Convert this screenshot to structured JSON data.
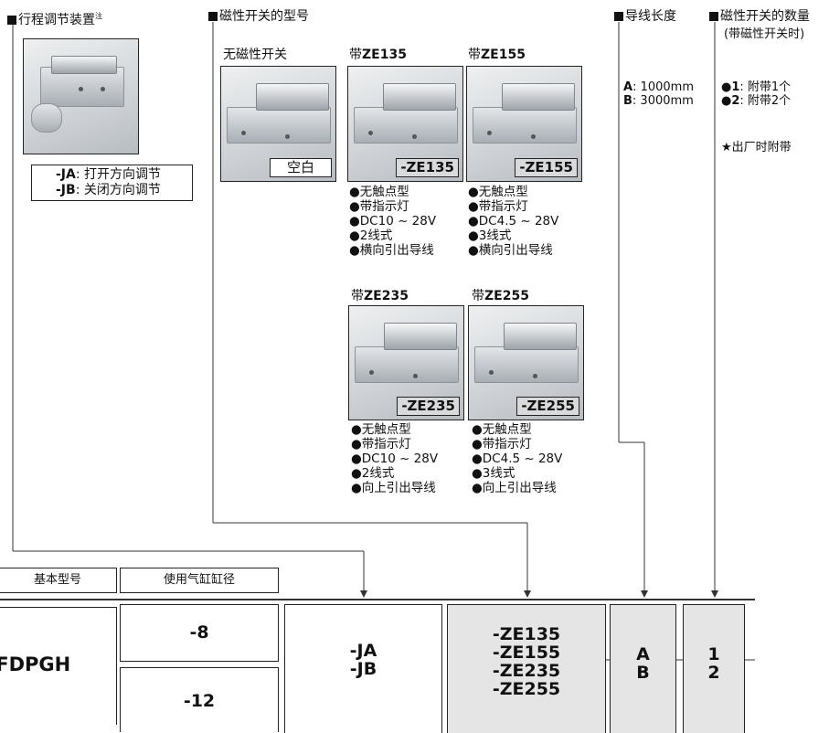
{
  "stroke_adjust": {
    "title": "行程调节装置",
    "note_mark": "注",
    "options": [
      {
        "code": "-JA",
        "desc": ": 打开方向调节"
      },
      {
        "code": "-JB",
        "desc": ": 关闭方向调节"
      }
    ]
  },
  "switch_model": {
    "title": "磁性开关的型号",
    "none": {
      "label": "无磁性开关",
      "tag": "空白"
    },
    "items": [
      {
        "prefix": "带",
        "model": "ZE135",
        "tag": "-ZE135",
        "features": [
          "无触点型",
          "带指示灯",
          "DC10 ~ 28V",
          "2线式",
          "横向引出导线"
        ]
      },
      {
        "prefix": "带",
        "model": "ZE155",
        "tag": "-ZE155",
        "features": [
          "无触点型",
          "带指示灯",
          "DC4.5 ~ 28V",
          "3线式",
          "横向引出导线"
        ]
      },
      {
        "prefix": "带",
        "model": "ZE235",
        "tag": "-ZE235",
        "features": [
          "无触点型",
          "带指示灯",
          "DC10 ~ 28V",
          "2线式",
          "向上引出导线"
        ]
      },
      {
        "prefix": "带",
        "model": "ZE255",
        "tag": "-ZE255",
        "features": [
          "无触点型",
          "带指示灯",
          "DC4.5 ~ 28V",
          "3线式",
          "向上引出导线"
        ]
      }
    ]
  },
  "lead_length": {
    "title": "导线长度",
    "options": [
      {
        "code": "A",
        "value": ":  1000mm"
      },
      {
        "code": "B",
        "value": ":  3000mm"
      }
    ]
  },
  "switch_qty": {
    "title": "磁性开关的数量",
    "subtitle": "(带磁性开关时)",
    "options": [
      {
        "code": "1",
        "desc": ":  附带1个"
      },
      {
        "code": "2",
        "desc": ":  附带2个"
      }
    ],
    "note": "★出厂时附带"
  },
  "headers": {
    "basic": "基本型号",
    "bore": "使用气缸缸径"
  },
  "order_row": {
    "basic_model": "AFDPGH",
    "bore": [
      "-8",
      "-12"
    ],
    "adjust": "-JA\n-JB",
    "switches": "-ZE135\n-ZE155\n-ZE235\n-ZE255",
    "length": "A\nB",
    "qty": "1\n2"
  }
}
